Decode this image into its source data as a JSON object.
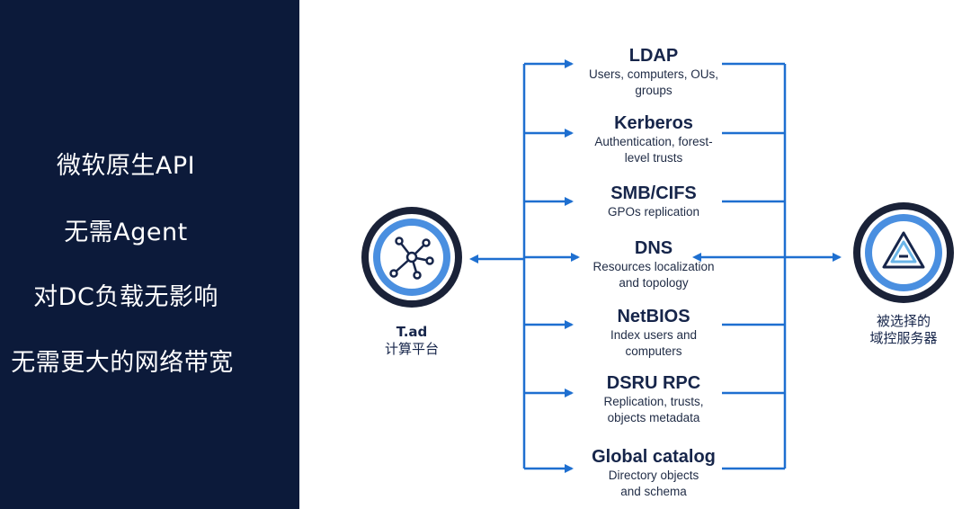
{
  "features": [
    "微软原生API",
    "无需Agent",
    "对DC负载无影响",
    "无需更大的网络带宽"
  ],
  "left_node": {
    "name": "T.ad",
    "subtitle": "计算平台",
    "icon": "network-hub-icon"
  },
  "right_node": {
    "line1": "被选择的",
    "line2": "域控服务器",
    "icon": "triangle-logo-icon"
  },
  "protocols": [
    {
      "name": "LDAP",
      "desc1": "Users, computers, OUs,",
      "desc2": "groups"
    },
    {
      "name": "Kerberos",
      "desc1": "Authentication, forest-",
      "desc2": "level trusts"
    },
    {
      "name": "SMB/CIFS",
      "desc1": "GPOs replication",
      "desc2": ""
    },
    {
      "name": "DNS",
      "desc1": "Resources localization",
      "desc2": "and topology"
    },
    {
      "name": "NetBIOS",
      "desc1": "Index users and",
      "desc2": "computers"
    },
    {
      "name": "DSRU RPC",
      "desc1": "Replication, trusts,",
      "desc2": "objects metadata"
    },
    {
      "name": "Global catalog",
      "desc1": "Directory objects",
      "desc2": "and schema"
    }
  ],
  "colors": {
    "panel": "#0c1a3a",
    "line": "#1e6fd0",
    "node_ring": "#1a2238",
    "node_inner": "#4a8fe0"
  }
}
